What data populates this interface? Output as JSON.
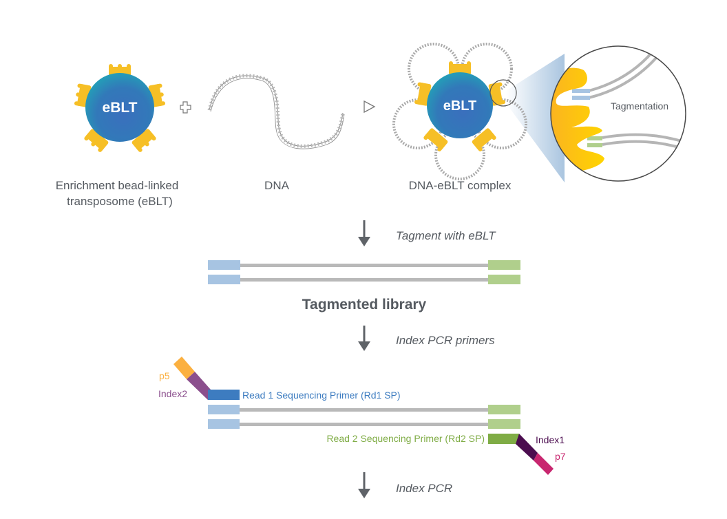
{
  "top_row": {
    "bead_label": "eBLT",
    "plus_symbol": "+",
    "arrow_symbol": "▷",
    "captions": {
      "ebl": [
        "Enrichment bead-linked",
        "transposome (eBLT)"
      ],
      "dna": "DNA",
      "complex": "DNA-eBLT complex"
    },
    "zoom_callout": "Tagmentation"
  },
  "steps": [
    {
      "label": "Tagment with eBLT"
    },
    {
      "label": "Index PCR primers"
    },
    {
      "label": "Index PCR"
    }
  ],
  "tagmented_library_title": "Tagmented library",
  "primers": {
    "p5": "p5",
    "index2": "Index2",
    "rd1": "Read 1 Sequencing Primer (Rd1 SP)",
    "rd2": "Read 2 Sequencing Primer (Rd2 SP)",
    "index1": "Index1",
    "p7": "p7"
  },
  "colors": {
    "bead_inner": "#3a7bbf",
    "bead_outer": "#22a3b8",
    "transposome": "#f6bf26",
    "dna_gray": "#b9b9b9",
    "adapter_blue": "#a7c4e2",
    "adapter_green": "#b0cf8c",
    "rd1_blue": "#3d7cc0",
    "rd2_green": "#7fac45",
    "p5_orange": "#fbb040",
    "index2_purple": "#8b4f8d",
    "index1_dark": "#4b0d4f",
    "p7_pink": "#c8266f",
    "text_gray": "#555a60",
    "arrow_gray": "#5f6368"
  }
}
